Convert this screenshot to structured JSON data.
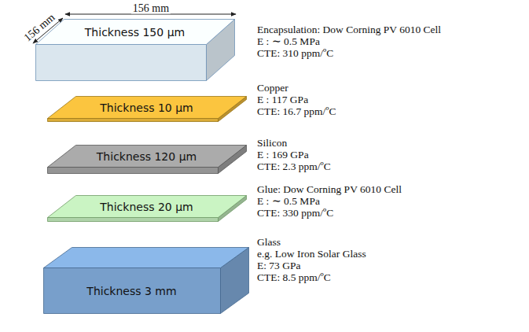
{
  "diagram": {
    "nodes": [
      {
        "text": [
          "Thickness 150 μm"
        ]
      },
      {
        "text": [
          "Thickness 10 μm"
        ]
      },
      {
        "text": [
          "Thickness 120 μm"
        ]
      },
      {
        "text": [
          "Thickness 20 μm"
        ]
      },
      {
        "text": [
          "Thickness 3 mm"
        ]
      }
    ],
    "labels": [
      "156 mm",
      "156 mm",
      "Encapsulation: Dow Corning PV 6010 Cell",
      "E : ∼ 0.5 MPa",
      "CTE: 310 ppm/ºC",
      "Copper",
      "E : 117 GPa",
      "CTE: 16.7 ppm/ºC",
      "Silicon",
      "E : 169 GPa",
      "CTE: 2.3 ppm/ºC",
      "Glue: Dow Corning PV 6010 Cell",
      "E : ∼ 0.5 MPa",
      "CTE: 330 ppm/ºC",
      "Glass",
      "e.g. Low Iron Solar Glass",
      "E: 73 GPa",
      "CTE: 8.5 ppm/ºC"
    ]
  }
}
